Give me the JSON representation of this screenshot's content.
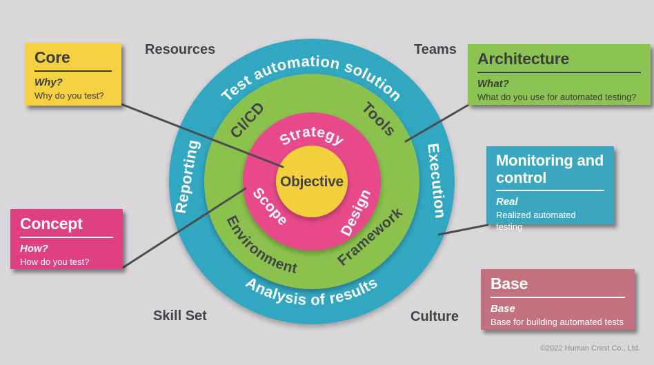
{
  "corner_labels": {
    "top_left": "Resources",
    "top_right": "Teams",
    "bottom_left": "Skill Set",
    "bottom_right": "Culture"
  },
  "rings": {
    "center_label": "Objective",
    "inner": {
      "top": "Strategy",
      "bottom_left": "Scope",
      "bottom_right": "Design"
    },
    "middle": {
      "top_left": "CI/CD",
      "top_right": "Tools",
      "bottom_left": "Environment",
      "bottom_right": "Framework"
    },
    "outer": {
      "top": "Test automation solution",
      "left": "Reporting",
      "right": "Execution",
      "bottom": "Analysis of results"
    }
  },
  "callouts": {
    "core": {
      "title": "Core",
      "question": "Why?",
      "description": "Why do you test?"
    },
    "architecture": {
      "title": "Architecture",
      "question": "What?",
      "description": "What do you use for automated testing?"
    },
    "monitoring": {
      "title": "Monitoring and control",
      "question": "Real",
      "description": "Realized automated testing"
    },
    "concept": {
      "title": "Concept",
      "question": "How?",
      "description": "How do you test?"
    },
    "base": {
      "title": "Base",
      "question": "Base",
      "description": "Base for building automated tests"
    }
  },
  "footer": {
    "copyright": "©2022 Human Crest Co., Ltd."
  },
  "colors": {
    "background": "#dad7da",
    "teal": "#31a7c2",
    "green": "#8ac24e",
    "pink": "#e8498a",
    "yellow": "#f5d03e",
    "dark_text": "#434447",
    "line": "#4b4c4e",
    "core_yellow": "#f5d040",
    "arch_green": "#8cc453",
    "monitor_teal": "#3ba6bf",
    "concept_pink": "#df4081",
    "base_rose": "#c1727e",
    "copyright_gray": "#8f8c90"
  }
}
